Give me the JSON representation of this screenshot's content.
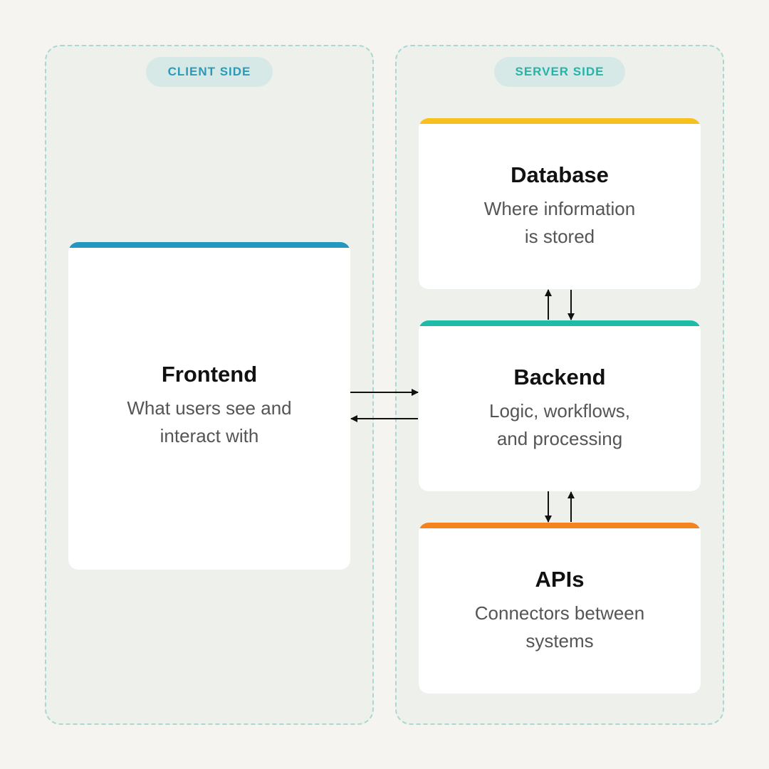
{
  "labels": {
    "client_side": "CLIENT SIDE",
    "server_side": "SERVER SIDE"
  },
  "nodes": {
    "frontend": {
      "title": "Frontend",
      "desc_line1": "What users see and",
      "desc_line2": "interact with",
      "color": "#2297bf"
    },
    "database": {
      "title": "Database",
      "desc_line1": "Where information",
      "desc_line2": "is stored",
      "color": "#f6c11f"
    },
    "backend": {
      "title": "Backend",
      "desc_line1": "Logic, workflows,",
      "desc_line2": "and processing",
      "color": "#1fbba9"
    },
    "apis": {
      "title": "APIs",
      "desc_line1": "Connectors between",
      "desc_line2": "systems",
      "color": "#f4831f"
    }
  },
  "edges": [
    {
      "from": "frontend",
      "to": "backend"
    },
    {
      "from": "backend",
      "to": "frontend"
    },
    {
      "from": "backend",
      "to": "database"
    },
    {
      "from": "database",
      "to": "backend"
    },
    {
      "from": "backend",
      "to": "apis"
    },
    {
      "from": "apis",
      "to": "backend"
    }
  ],
  "colors": {
    "background": "#f5f4f1",
    "panel_border": "#a9d8d2",
    "client_label": "#2a9ab8",
    "server_label": "#27b3a8"
  }
}
